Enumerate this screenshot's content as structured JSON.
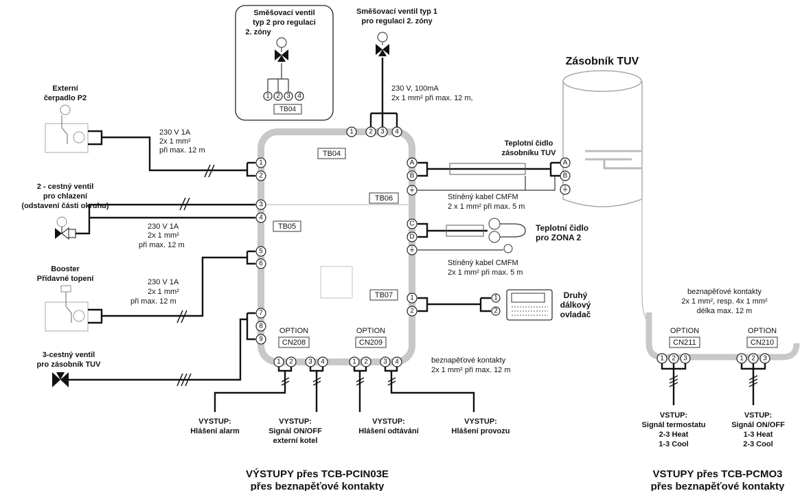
{
  "mix2": {
    "l1": "Směšovací ventil",
    "l2": "typ 2 pro regulaci",
    "l3": "2. zóny",
    "tb": "TB04"
  },
  "mix1": {
    "l1": "Směšovací ventil typ 1",
    "l2": "pro regulaci 2. zóny"
  },
  "tank": {
    "title": "Zásobník TUV"
  },
  "pump": {
    "l1": "Externí",
    "l2": "čerpadlo P2"
  },
  "valve2": {
    "l1": "2 - cestný ventil",
    "l2": "pro chlazení",
    "l3": "(odstavení části okruhu)"
  },
  "booster": {
    "l1": "Booster",
    "l2": "Přídavné topení"
  },
  "valve3": {
    "l1": "3-cestný ventil",
    "l2": "pro zásobník TUV"
  },
  "cable_top": {
    "l1": "230 V, 100mA",
    "l2": "2x 1 mm² při max. 12 m,"
  },
  "cable_p2": {
    "l1": "230 V 1A",
    "l2": "2x 1 mm²",
    "l3": "při max. 12 m"
  },
  "cable_v2": {
    "l1": "230 V 1A",
    "l2": "2x 1 mm²",
    "l3": "při max. 12 m"
  },
  "cable_bo": {
    "l1": "230 V 1A",
    "l2": "2x 1 mm²",
    "l3": "při max. 12 m"
  },
  "board": {
    "tb04": "TB04",
    "tb05": "TB05",
    "tb06": "TB06",
    "tb07": "TB07",
    "option": "OPTION",
    "cn208": "CN208",
    "cn209": "CN209"
  },
  "sensor_tank": {
    "l1": "Teplotní čidlo",
    "l2": "zásobníku TUV"
  },
  "shield1": {
    "l1": "Stíněný kabel CMFM",
    "l2": "2 x 1 mm² při max. 5 m"
  },
  "sensor_z2": {
    "l1": "Teplotní čidlo",
    "l2": "pro ZONA 2"
  },
  "shield2": {
    "l1": "Stíněný kabel CMFM",
    "l2": "2x 1 mm² při max. 5 m"
  },
  "remote": {
    "l1": "Druhý",
    "l2": "dálkový",
    "l3": "ovladač"
  },
  "free_out": {
    "l1": "beznapěťové kontakty",
    "l2": "2x 1 mm² při max. 12 m"
  },
  "free_in": {
    "l1": "beznapěťové kontakty",
    "l2": "2x 1 mm², resp. 4x 1 mm²",
    "l3": "délka max. 12 m"
  },
  "right_opts": {
    "option": "OPTION",
    "cn211": "CN211",
    "cn210": "CN210"
  },
  "outputs": [
    {
      "l1": "VYSTUP:",
      "l2": "Hlášení alarm",
      "l3": ""
    },
    {
      "l1": "VYSTUP:",
      "l2": "Signál ON/OFF",
      "l3": "externí kotel"
    },
    {
      "l1": "VYSTUP:",
      "l2": "Hlášení odtávání",
      "l3": ""
    },
    {
      "l1": "VYSTUP:",
      "l2": "Hlášení  provozu",
      "l3": ""
    }
  ],
  "inputs": [
    {
      "l1": "VSTUP:",
      "l2": "Signál termostatu",
      "l3": "2-3 Heat",
      "l4": "1-3 Cool"
    },
    {
      "l1": "VSTUP:",
      "l2": "Signál ON/OFF",
      "l3": "1-3 Heat",
      "l4": "2-3 Cool"
    }
  ],
  "footer_left": {
    "l1": "VÝSTUPY přes TCB-PCIN03E",
    "l2": "přes beznapěťové kontakty"
  },
  "footer_right": {
    "l1": "VSTUPY přes TCB-PCMO3",
    "l2": "přes beznapěťové kontakty"
  }
}
